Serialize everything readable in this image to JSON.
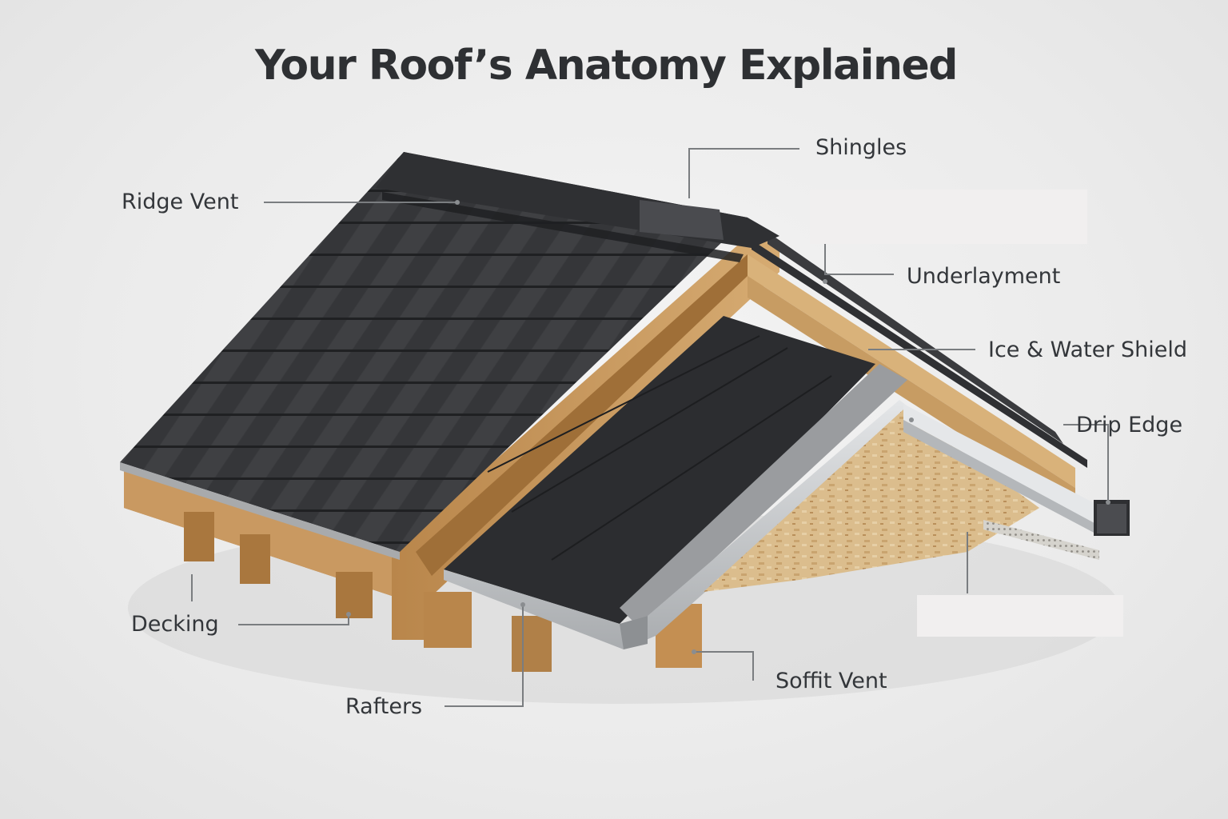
{
  "title": "Your Roof’s Anatomy Explained",
  "labels": {
    "shingles": "Shingles",
    "ridge_vent": "Ridge Vent",
    "underlayment": "Underlayment",
    "ice_water_shield": "Ice & Water Shield",
    "drip_edge": "Drip Edge",
    "decking": "Decking",
    "soffit_vent": "Soffit Vent",
    "rafters": "Rafters"
  },
  "colors": {
    "background": "#ededed",
    "title_text": "#2e3033",
    "label_text": "#33363a",
    "leader_line": "#7a7d80",
    "shingle": "#3a3b3e",
    "wood": "#c89a5e",
    "osb": "#d9bc8c",
    "underlayment": "#2c2d30",
    "metal": "#c7c9cb"
  }
}
